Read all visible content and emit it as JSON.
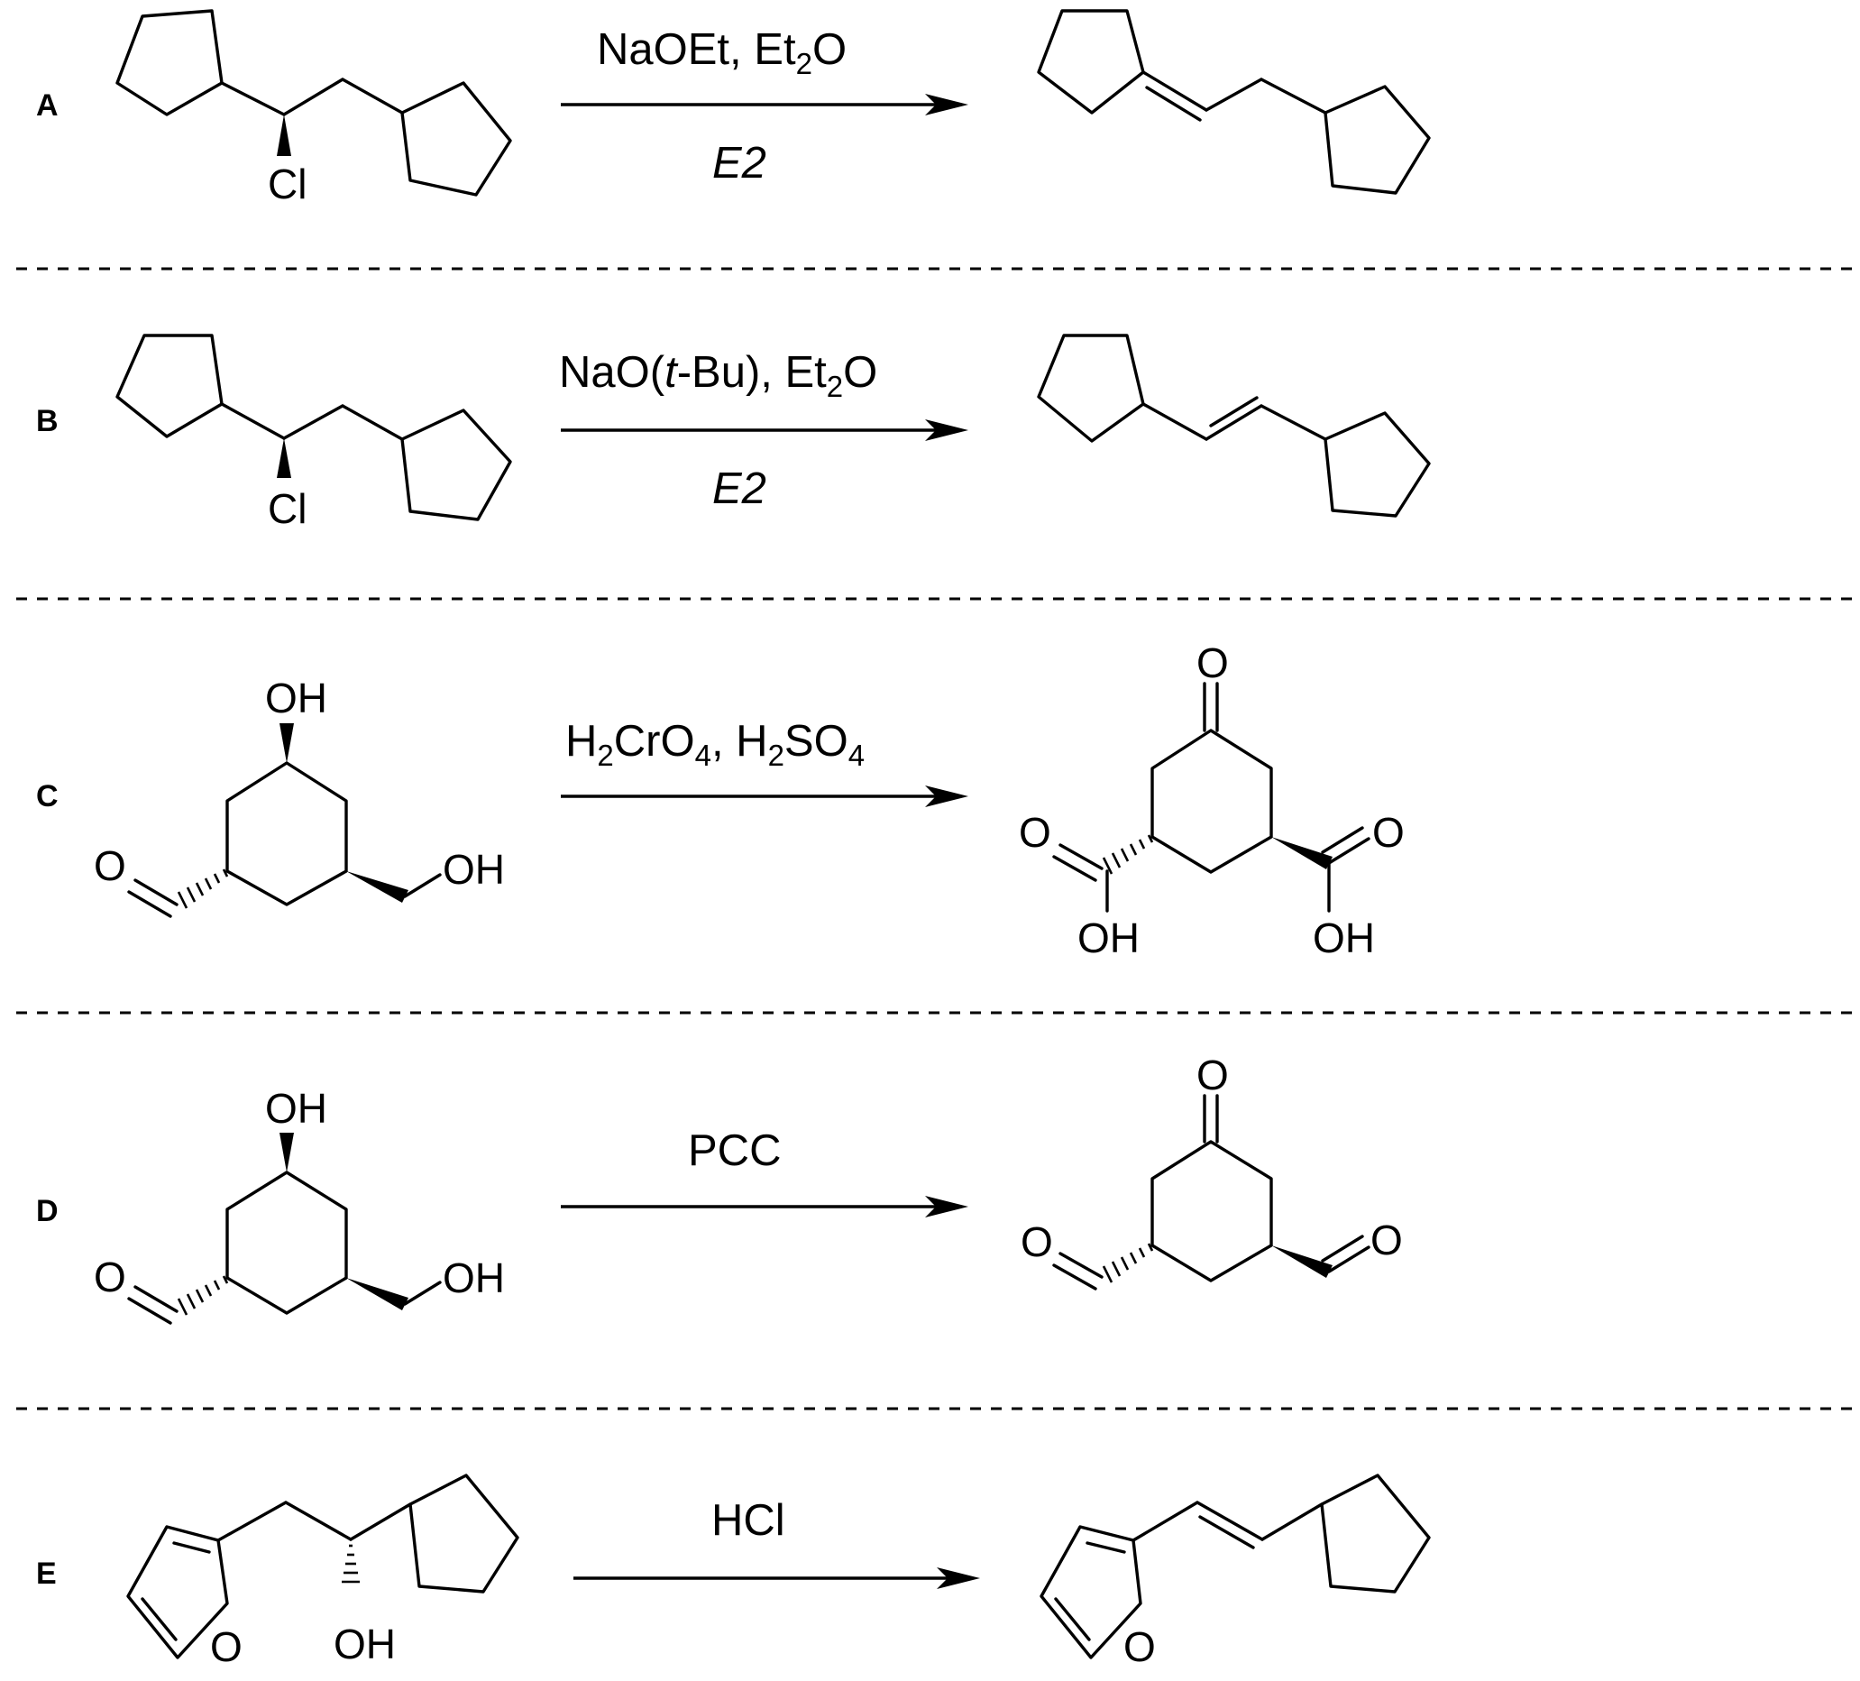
{
  "reactions": [
    {
      "label": "A",
      "reagents": [
        "NaOEt, Et",
        "2",
        "O"
      ],
      "mechanism": "E2",
      "reactant_atoms": [
        "Cl"
      ],
      "product_atoms": []
    },
    {
      "label": "B",
      "reagents": [
        "NaO(",
        "t",
        "-Bu), Et",
        "2",
        "O"
      ],
      "mechanism": "E2",
      "reactant_atoms": [
        "Cl"
      ],
      "product_atoms": []
    },
    {
      "label": "C",
      "reagents": [
        "H",
        "2",
        "CrO",
        "4",
        ", H",
        "2",
        "SO",
        "4"
      ],
      "mechanism": "",
      "reactant_atoms": [
        "OH",
        "O",
        "OH"
      ],
      "product_atoms": [
        "O",
        "O",
        "O",
        "OH",
        "OH"
      ]
    },
    {
      "label": "D",
      "reagents": [
        "PCC"
      ],
      "mechanism": "",
      "reactant_atoms": [
        "OH",
        "O",
        "OH"
      ],
      "product_atoms": [
        "O",
        "O",
        "O"
      ]
    },
    {
      "label": "E",
      "reagents": [
        "HCl"
      ],
      "mechanism": "",
      "reactant_atoms": [
        "O",
        "OH"
      ],
      "product_atoms": [
        "O"
      ]
    }
  ],
  "colors": {
    "ink": "#000000",
    "background": "#ffffff"
  }
}
